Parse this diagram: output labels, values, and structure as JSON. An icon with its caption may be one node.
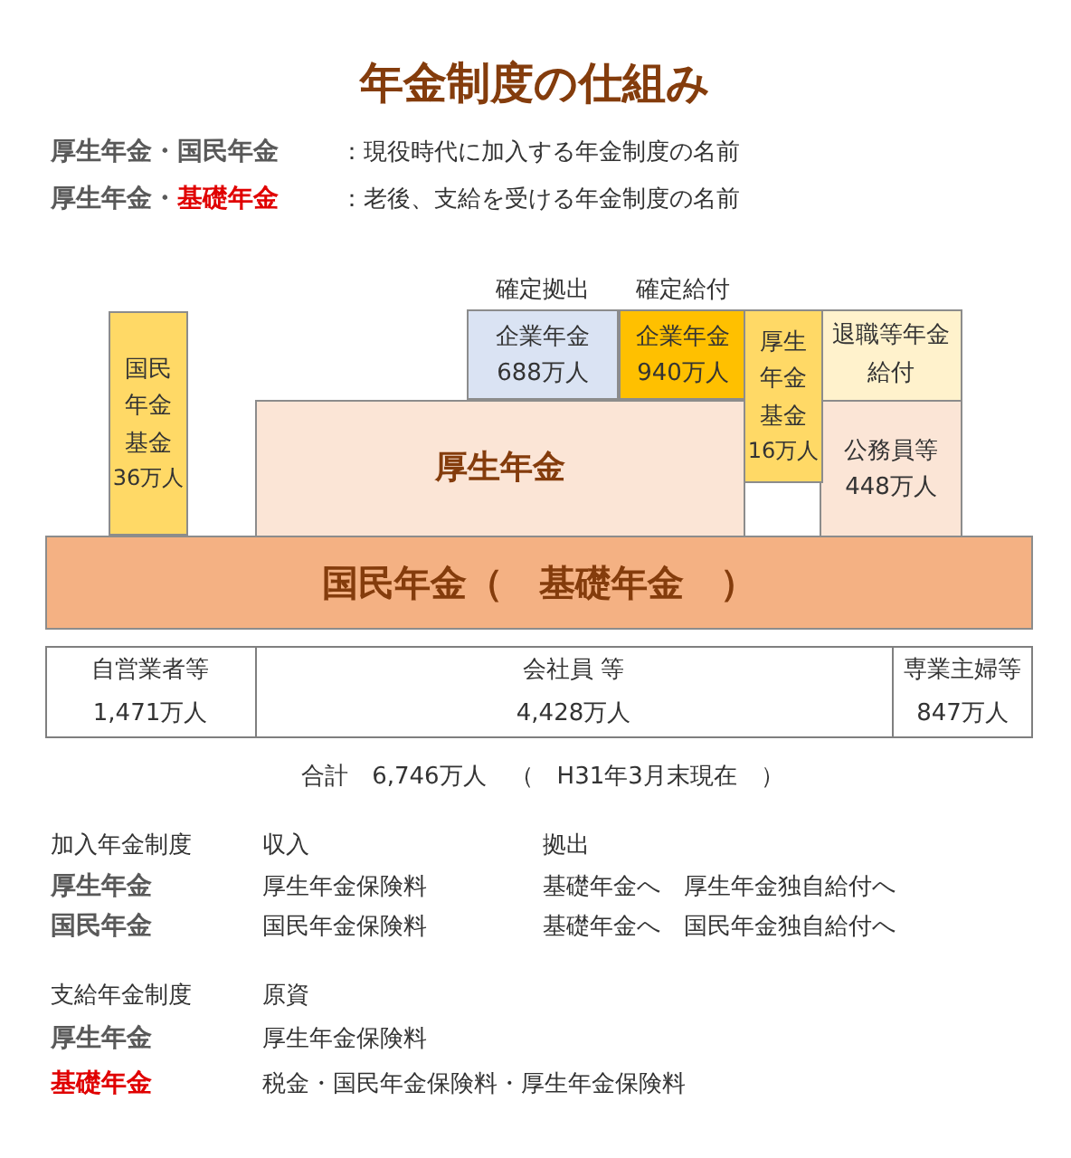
{
  "diagram": {
    "title": "年金制度の仕組み",
    "nodes": [
      {
        "text": [
          "国民年金基金",
          "36万人"
        ]
      },
      {
        "text": [
          "確定拠出",
          "企業年金",
          "688万人"
        ]
      },
      {
        "text": [
          "確定給付",
          "企業年金",
          "940万人"
        ]
      },
      {
        "text": [
          "厚生年金基金",
          "16万人"
        ]
      },
      {
        "text": [
          "退職等年金給付"
        ]
      },
      {
        "text": [
          "厚生年金"
        ]
      },
      {
        "text": [
          "公務員等",
          "448万人"
        ]
      },
      {
        "text": [
          "国民年金（　基礎年金　）"
        ]
      }
    ],
    "labels": [
      "厚生年金・国民年金",
      "：現役時代に加入する年金制度の名前",
      "厚生年金・",
      "基礎年金",
      "：老後、支給を受ける年金制度の名前",
      "自営業者等",
      "会社員 等",
      "専業主婦等",
      "1,471万人",
      "4,428万人",
      "847万人",
      "合計　6,746万人　（　H31年3月末現在　）",
      "加入年金制度",
      "収入",
      "拠出",
      "厚生年金",
      "厚生年金保険料",
      "基礎年金へ　厚生年金独自給付へ",
      "国民年金",
      "国民年金保険料",
      "基礎年金へ　国民年金独自給付へ",
      "支給年金制度",
      "原資",
      "厚生年金",
      "厚生年金保険料",
      "基礎年金",
      "税金・国民年金保険料・厚生年金保険料"
    ]
  }
}
